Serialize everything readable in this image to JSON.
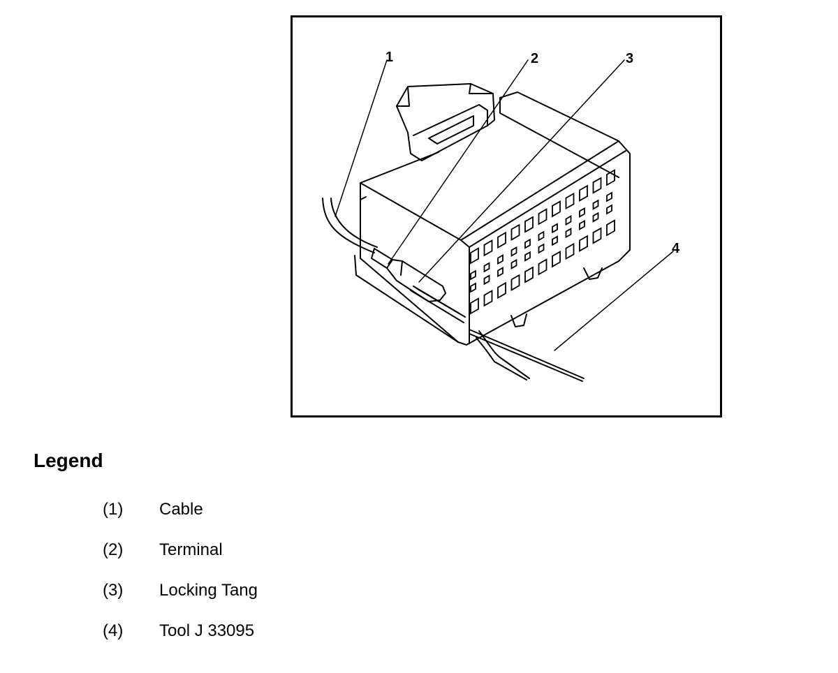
{
  "callouts": [
    "1",
    "2",
    "3",
    "4"
  ],
  "legend": {
    "title": "Legend",
    "items": [
      {
        "num": "(1)",
        "label": "Cable"
      },
      {
        "num": "(2)",
        "label": "Terminal"
      },
      {
        "num": "(3)",
        "label": "Locking Tang"
      },
      {
        "num": "(4)",
        "label": "Tool J 33095"
      }
    ]
  }
}
